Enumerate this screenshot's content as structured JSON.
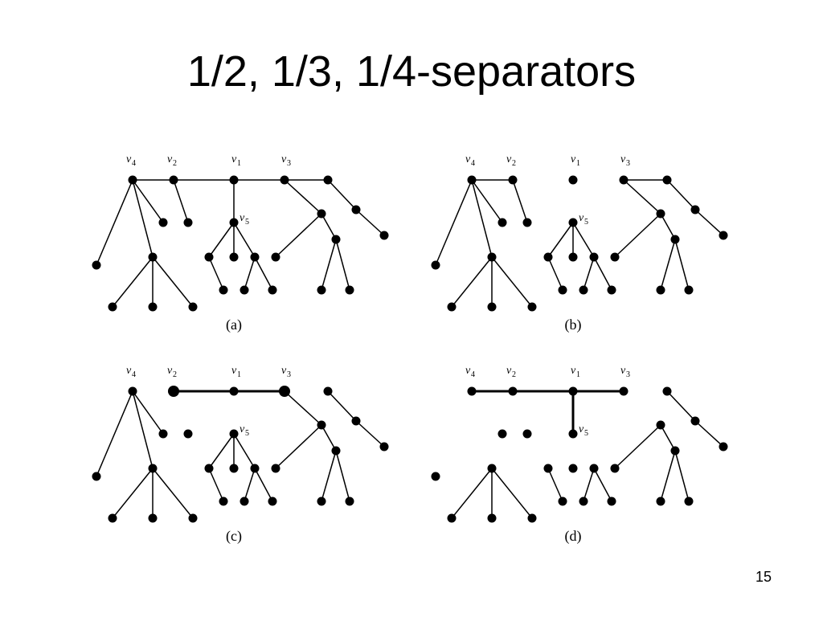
{
  "title": "1/2, 1/3, 1/4-separators",
  "page_number": "15",
  "vertex_labels": {
    "v1": "1",
    "v2": "2",
    "v3": "3",
    "v4": "4",
    "v5": "5",
    "prefix": "v"
  },
  "panels": [
    {
      "id": "a",
      "label": "(a)"
    },
    {
      "id": "b",
      "label": "(b)"
    },
    {
      "id": "c",
      "label": "(c)"
    },
    {
      "id": "d",
      "label": "(d)"
    }
  ]
}
